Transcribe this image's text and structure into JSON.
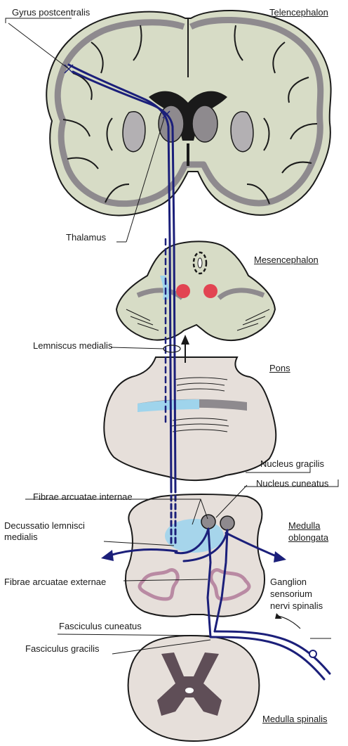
{
  "labels": {
    "gyrus_postcentralis": "Gyrus postcentralis",
    "telencephalon": "Telencephalon",
    "thalamus": "Thalamus",
    "mesencephalon": "Mesencephalon",
    "lemniscus_medialis": "Lemniscus medialis",
    "pons": "Pons",
    "nucleus_gracilis": "Nucleus gracilis",
    "nucleus_cuneatus": "Nucleus cuneatus",
    "fibrae_arcuatae_internae": "Fibrae arcuatae internae",
    "decussatio_line1": "Decussatio lemnisci",
    "decussatio_line2": "medialis",
    "medulla_oblongata_line1": "Medulla",
    "medulla_oblongata_line2": "oblongata",
    "fibrae_arcuatae_externae": "Fibrae arcuatae externae",
    "ganglion_line1": "Ganglion",
    "ganglion_line2": "sensorium",
    "ganglion_line3": "nervi spinalis",
    "fasciculus_cuneatus": "Fasciculus cuneatus",
    "fasciculus_gracilis": "Fasciculus gracilis",
    "medulla_spinalis": "Medulla spinalis"
  },
  "colors": {
    "tract": "#1b1f7a",
    "brain_fill": "#d7dcc6",
    "tissue_fill": "#e6dfda",
    "gray_matter": "#8e8a8e",
    "nucleus_red": "#e24452",
    "lemniscus_light": "#9fd4ec",
    "spinal_gray": "#5f4e57",
    "arcuate_pink": "#b98aa3"
  }
}
